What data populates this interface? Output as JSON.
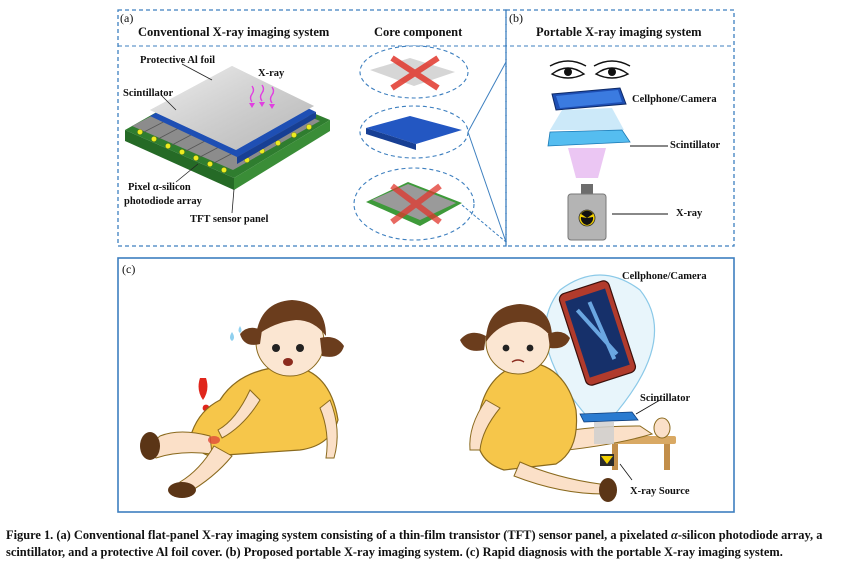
{
  "panel_a": {
    "tag": "(a)",
    "header_left": "Conventional X-ray imaging system",
    "header_right": "Core component",
    "labels": {
      "foil": "Protective Al foil",
      "xray": "X-ray",
      "scintillator": "Scintillator",
      "pixel_line1": "Pixel α-silicon",
      "pixel_line2": "photodiode array",
      "tft": "TFT sensor panel"
    }
  },
  "panel_b": {
    "tag": "(b)",
    "header": "Portable X-ray imaging system",
    "labels": {
      "camera": "Cellphone/Camera",
      "scintillator": "Scintillator",
      "xray": "X-ray"
    }
  },
  "panel_c": {
    "tag": "(c)",
    "labels": {
      "camera": "Cellphone/Camera",
      "scintillator": "Scintillator",
      "source": "X-ray Source"
    }
  },
  "caption": {
    "part1": "Figure 1. (a) Conventional flat-panel X-ray imaging system consisting of a thin-film transistor (TFT) sensor panel, a pixelated ",
    "greek": "α",
    "part2": "-silicon photodiode array, a scintillator, and a protective Al foil cover. (b) Proposed portable X-ray imaging system. (c) Rapid diagnosis with the portable X-ray imaging system."
  },
  "colors": {
    "frame_blue": "#3d7fbf",
    "scintillator_blue": "#1e4fb4",
    "tft_green": "#3e9a3a",
    "cross_red": "#e0362c",
    "dress_yellow": "#f6c64a",
    "hair_brown": "#6b3d1d"
  }
}
